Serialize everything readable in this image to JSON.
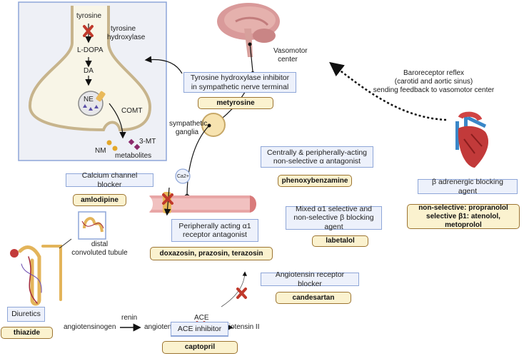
{
  "nerve_terminal": {
    "tyrosine": "tyrosine",
    "enzyme": "tyrosine hydroxylase",
    "ldopa": "L-DOPA",
    "da": "DA",
    "ne": "NE",
    "comt": "COMT",
    "nm": "NM",
    "three_mt": "3-MT",
    "metabolites": "metabolites"
  },
  "brain": {
    "label": "Vasomotor center"
  },
  "baroreceptor": {
    "label_line1": "Baroreceptor reflex",
    "label_line2": "(carotid and aortic sinus)",
    "label_line3": "sending feedback to vasomotor center"
  },
  "ganglia": {
    "label_line1": "sympathetic",
    "label_line2": "ganglia"
  },
  "calcium": {
    "ion": "Ca2+"
  },
  "kidney": {
    "label_line1": "distal",
    "label_line2": "convoluted tubule"
  },
  "raas": {
    "angiotensinogen": "angiotensinogen",
    "renin": "renin",
    "angiotensin1": "angiotensin I",
    "ace": "ACE",
    "angiotensin2": "angiotensin II"
  },
  "mechanisms": {
    "th_inhibitor": "Tyrosine hydroxylase inhibitor in sympathetic nerve terminal",
    "central_alpha": "Centrally & peripherally-acting non-selective α antagonist",
    "ccb": "Calcium channel blocker",
    "alpha1": "Peripherally acting α1 receptor antagonist",
    "mixed": "Mixed α1 selective and non-selective β blocking agent",
    "beta": "β adrenergic blocking agent",
    "arb": "Angiotensin receptor blocker",
    "acei": "ACE inhibitor",
    "diuretics": "Diuretics"
  },
  "drugs": {
    "metyrosine": "metyrosine",
    "phenoxybenzamine": "phenoxybenzamine",
    "amlodipine": "amlodipine",
    "alpha1_drugs": "doxazosin, prazosin, terazosin",
    "labetalol": "labetalol",
    "beta_line1": "non-selective: propranolol",
    "beta_line2": "selective β1: atenolol, metoprolol",
    "candesartan": "candesartan",
    "captopril": "captopril",
    "thiazide": "thiazide"
  },
  "colors": {
    "info_fill": "#edf1fb",
    "info_border": "#8ea6d8",
    "drug_fill": "#fbf2cf",
    "drug_border": "#9c7431",
    "block_x": "#c0392b"
  }
}
